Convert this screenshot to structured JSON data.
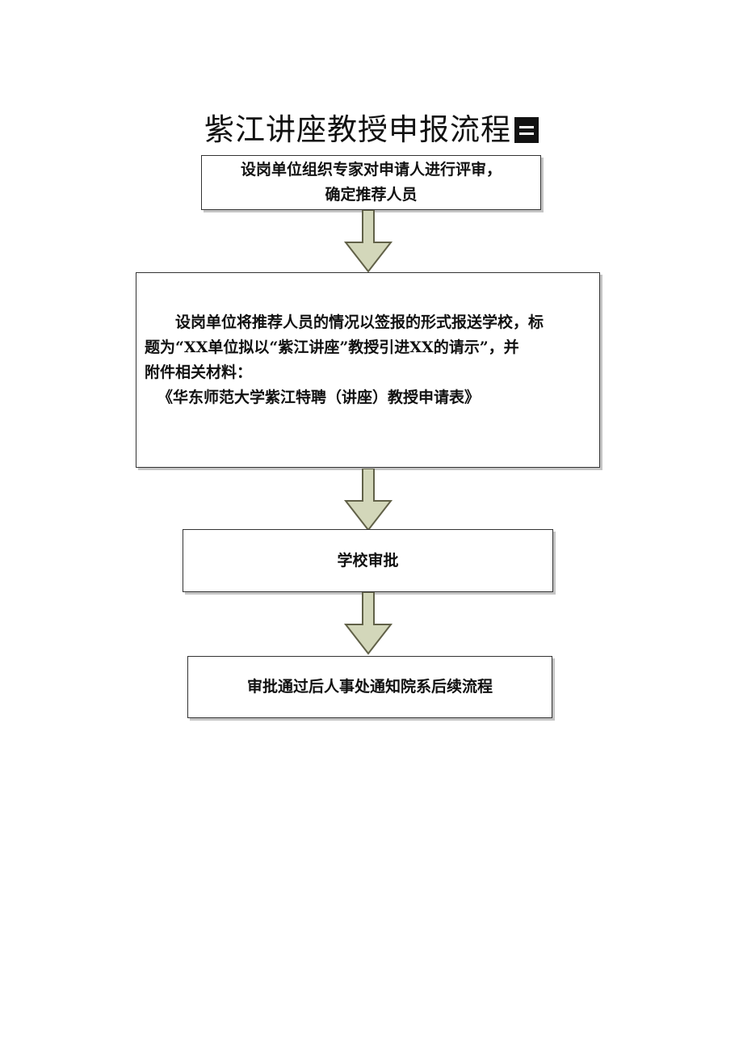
{
  "title": "紫江讲座教授申报流程",
  "steps": [
    {
      "line1": "设岗单位组织专家对申请人进行评审，",
      "line2": "确定推荐人员"
    },
    {
      "line1": "设岗单位将推荐人员的情况以签报的形式报送学校，标",
      "line2": "题为“XX单位拟以“紫江讲座”教授引进XX的请示”，并",
      "line3": "附件相关材料：",
      "line4": "《华东师范大学紫江特聘（讲座）教授申请表》"
    },
    {
      "text": "学校审批"
    },
    {
      "text": "审批通过后人事处通知院系后续流程"
    }
  ],
  "colors": {
    "arrow_fill": "#d3d7ba",
    "arrow_stroke": "#616148",
    "box_border": "#333333",
    "box_shadow": "#c4c4c4"
  }
}
